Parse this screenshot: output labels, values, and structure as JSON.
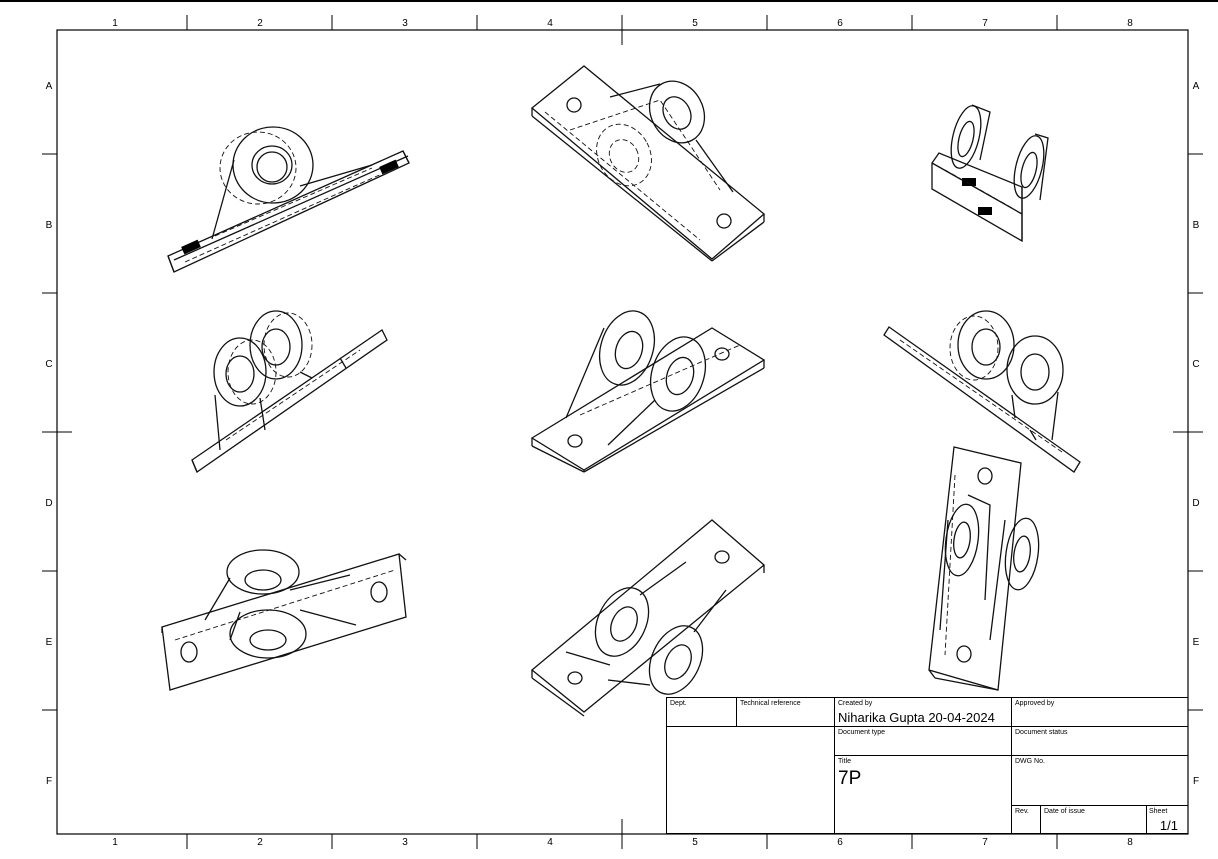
{
  "frame": {
    "columns": [
      "1",
      "2",
      "3",
      "4",
      "5",
      "6",
      "7",
      "8"
    ],
    "rows": [
      "A",
      "B",
      "C",
      "D",
      "E",
      "F"
    ]
  },
  "title_block": {
    "dept_label": "Dept.",
    "tech_ref_label": "Technical reference",
    "created_by_label": "Created by",
    "created_by_value": "Niharika Gupta 20-04-2024",
    "approved_by_label": "Approved by",
    "document_type_label": "Document type",
    "document_status_label": "Document status",
    "title_label": "Title",
    "title_value": "7P",
    "dwg_no_label": "DWG No.",
    "rev_label": "Rev.",
    "date_of_issue_label": "Date of issue",
    "sheet_label": "Sheet",
    "sheet_value": "1/1"
  }
}
